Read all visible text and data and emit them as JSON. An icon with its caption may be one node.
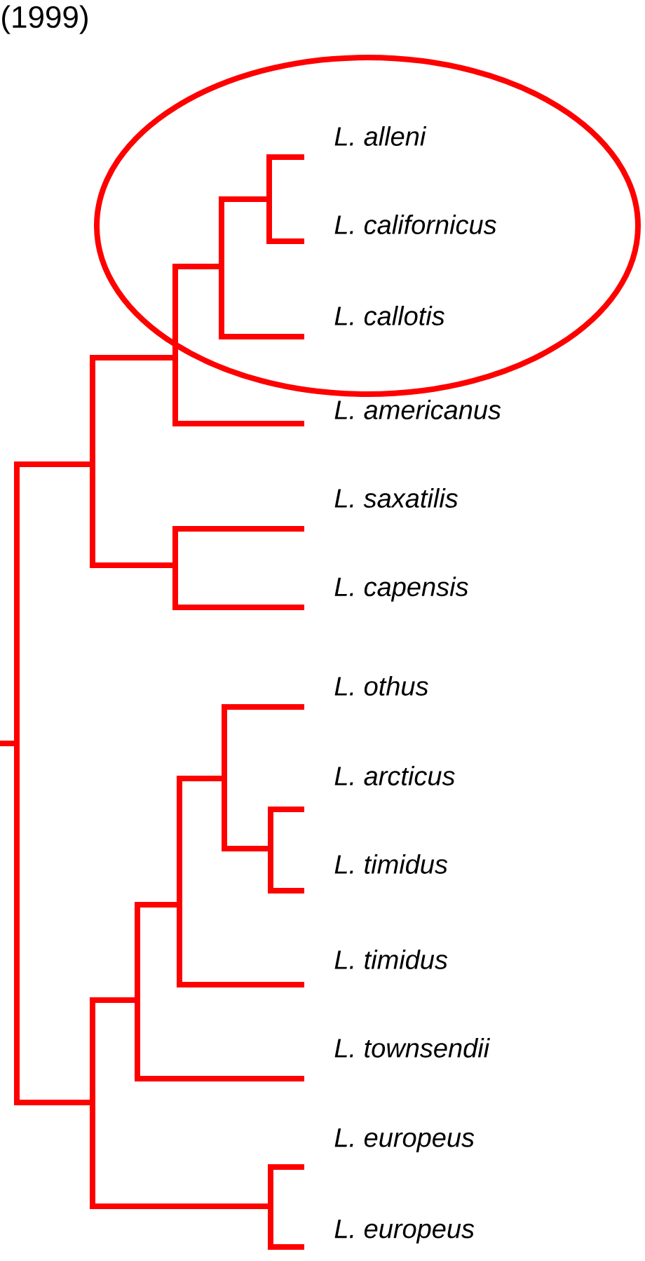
{
  "diagram": {
    "labels": [
      "(1999)",
      "L. alleni",
      "L. californicus",
      "L. callotis",
      "L. americanus",
      "L. saxatilis",
      "L. capensis",
      "L. othus",
      "L. arcticus",
      "L. timidus",
      "L. timidus",
      "L. townsendii",
      "L. europeus",
      "L. europeus"
    ]
  }
}
